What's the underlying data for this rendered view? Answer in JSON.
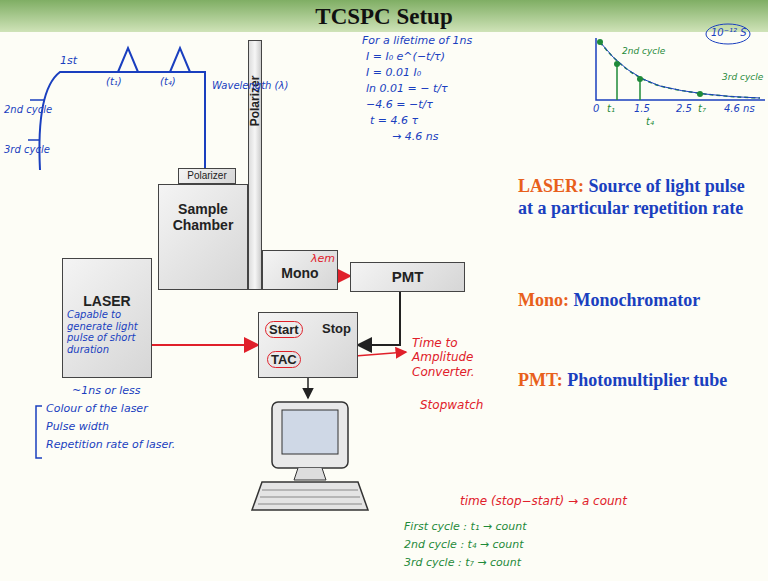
{
  "diagram": {
    "title": "TCSPC Setup",
    "nodes": [
      {
        "text": [
          "LASER",
          "Capable to generate light pulse of short duration"
        ]
      },
      {
        "text": [
          "Sample Chamber"
        ]
      },
      {
        "text": [
          "Polarizer"
        ]
      },
      {
        "text": [
          "Polarizer"
        ]
      },
      {
        "text": [
          "λem",
          "Mono"
        ]
      },
      {
        "text": [
          "PMT"
        ]
      },
      {
        "text": [
          "Start",
          "Stop",
          "TAC"
        ]
      }
    ],
    "edges": [
      {
        "from": 0,
        "to": 6,
        "arrow": "to"
      },
      {
        "from": 4,
        "to": 5,
        "arrow": "to"
      },
      {
        "from": 5,
        "to": 6,
        "arrow": "to"
      }
    ],
    "labels": [
      "1st",
      "(t₁)",
      "Wavelength (λ)",
      "(t₄)",
      "2nd cycle",
      "3rd cycle",
      "For a lifetime of 1ns",
      "I = I₀ e^(−t/τ)",
      "I = 0.01 I₀",
      "ln 0.01 = − t/τ",
      "−4.6 = −t/τ",
      "t = 4.6 τ",
      "→ 4.6 ns",
      "2nd cycle",
      "10⁻¹² S",
      "3rd cycle",
      "0",
      "1.5",
      "2.5",
      "4.6 ns",
      "t₁",
      "t₄",
      "t₇",
      "LASER:",
      "Source of light pulse at a particular repetition rate",
      "Mono:",
      "Monochromator",
      "PMT:",
      "Photomultiplier tube",
      "~1ns or less",
      "Colour of the laser",
      "Pulse width",
      "Repetition rate of laser.",
      "Time to Amplitude Converter.",
      "Stopwatch",
      "time (stop−start) → a count",
      "First cycle : t₁ → count",
      "2nd cycle : t₄ → count",
      "3rd cycle : t₇ → count"
    ]
  }
}
